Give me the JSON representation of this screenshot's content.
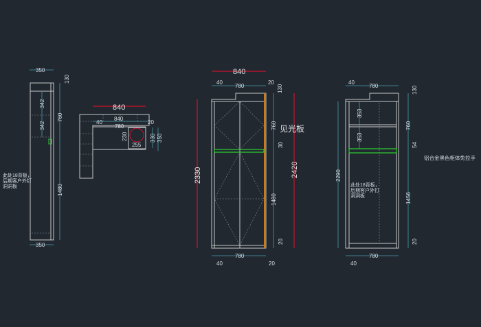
{
  "colors": {
    "background": "#212830",
    "dimension": "#4a9bb0",
    "overall_dimension": "#d0102e",
    "outline": "#c8c8c8",
    "shelf_highlight": "#2fd12f",
    "side_panel": "#c87a1e"
  },
  "side_view": {
    "width_top": "350",
    "width_bottom": "350",
    "top_height": "130",
    "upper_height": "760",
    "lower_height": "1480",
    "shelf_1": "342",
    "shelf_2": "342",
    "note": [
      "此处18背板，",
      "后期客户外钉",
      "洞洞板"
    ]
  },
  "plan_view": {
    "overall": "840",
    "inner_total": "840",
    "left_offset": "40",
    "inner_width": "780",
    "right_offset": "20",
    "box_height": "230",
    "box_width": "255",
    "depth_inner": "330",
    "depth_outer": "350"
  },
  "front_view": {
    "overall_width": "840",
    "left_offset": "40",
    "inner_width": "780",
    "right_offset": "20",
    "top_height": "130",
    "upper_height": "760",
    "shelf_thickness": "30",
    "lower_height": "1480",
    "base": "20",
    "total_left": "2330",
    "total_right": "2420",
    "bottom_width": "780",
    "bottom_left": "40",
    "bottom_right": "20",
    "side_label": "见光板"
  },
  "interior_view": {
    "left_offset": "40",
    "inner_width": "780",
    "top_height": "130",
    "upper_height": "760",
    "shelf_thickness": "54",
    "lower_height": "1456",
    "base": "20",
    "total_height": "2290",
    "shelf_1": "353",
    "shelf_2": "353",
    "bottom_width": "780",
    "bottom_left": "40",
    "note": [
      "此处18背板，",
      "后期客户外钉",
      "洞洞板"
    ],
    "handle_note": "铝合金黑色柜体免拉手"
  }
}
